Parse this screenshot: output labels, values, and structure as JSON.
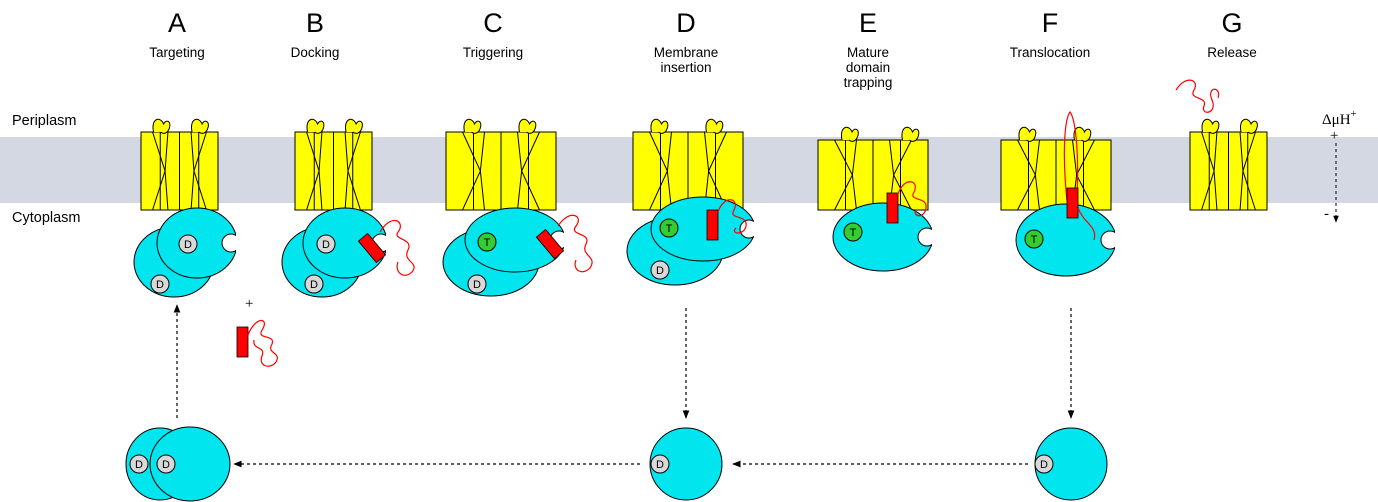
{
  "stages": [
    {
      "letter": "A",
      "label": [
        "Targeting"
      ]
    },
    {
      "letter": "B",
      "label": [
        "Docking"
      ]
    },
    {
      "letter": "C",
      "label": [
        "Triggering"
      ]
    },
    {
      "letter": "D",
      "label": [
        "Membrane",
        "insertion"
      ]
    },
    {
      "letter": "E",
      "label": [
        "Mature",
        "domain",
        "trapping"
      ]
    },
    {
      "letter": "F",
      "label": [
        "Translocation"
      ]
    },
    {
      "letter": "G",
      "label": [
        "Release"
      ]
    }
  ],
  "compartments": {
    "periplasm": "Periplasm",
    "cytoplasm": "Cytoplasm"
  },
  "gradient": {
    "label": "ΔμH",
    "superscript": "+",
    "plus": "+",
    "minus": "-"
  },
  "substrate_plus": "+",
  "badges": {
    "adp": "D",
    "atp": "T"
  },
  "colors": {
    "membrane": "#d4d8e2",
    "channel": "#ffff00",
    "atpase": "#00e5ee",
    "adp": "#d8d8d8",
    "atp": "#33cc33",
    "precursor": "#ff0000"
  }
}
